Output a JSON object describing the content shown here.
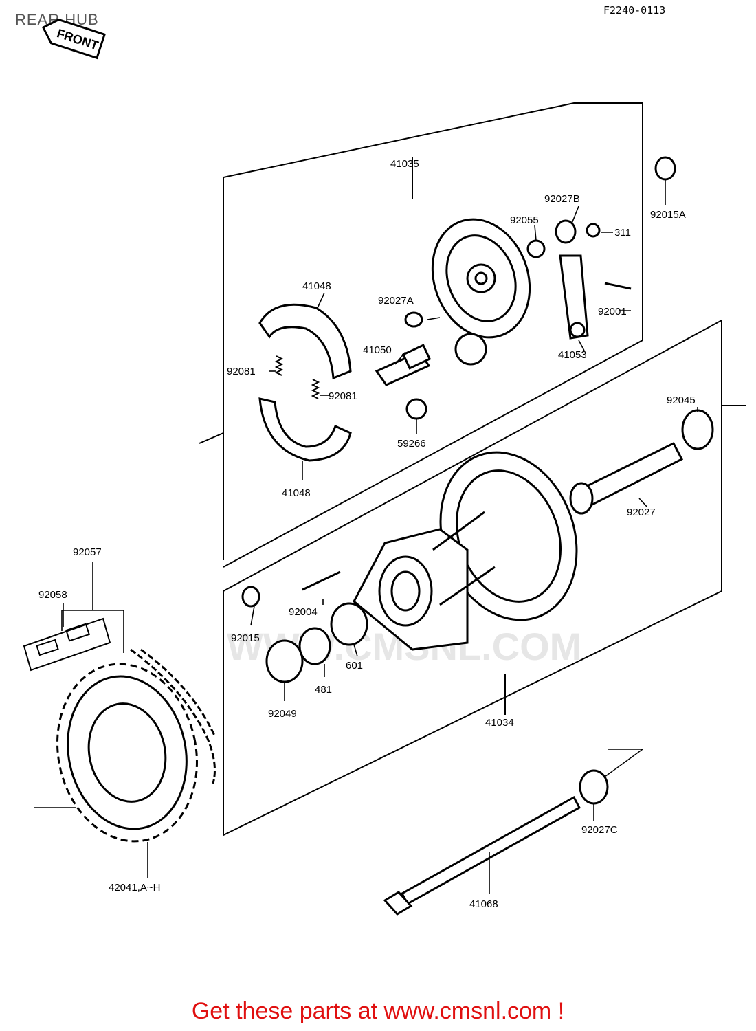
{
  "page": {
    "title": "REAR HUB",
    "figure_code": "F2240-0113",
    "front_arrow_label": "FRONT",
    "watermark": "WWW.CMSNL.COM",
    "footer": "Get these parts at www.cmsnl.com !"
  },
  "parts": [
    {
      "id": "p41035",
      "label": "41035"
    },
    {
      "id": "p92015A",
      "label": "92015A"
    },
    {
      "id": "p92027B",
      "label": "92027B"
    },
    {
      "id": "p92055",
      "label": "92055"
    },
    {
      "id": "p311",
      "label": "311"
    },
    {
      "id": "p41048a",
      "label": "41048"
    },
    {
      "id": "p92027A",
      "label": "92027A"
    },
    {
      "id": "p92001",
      "label": "92001"
    },
    {
      "id": "p41050",
      "label": "41050"
    },
    {
      "id": "p41053",
      "label": "41053"
    },
    {
      "id": "p92081a",
      "label": "92081"
    },
    {
      "id": "p92081b",
      "label": "92081"
    },
    {
      "id": "p92045",
      "label": "92045"
    },
    {
      "id": "p59266",
      "label": "59266"
    },
    {
      "id": "p41048b",
      "label": "41048"
    },
    {
      "id": "p92027",
      "label": "92027"
    },
    {
      "id": "p92057",
      "label": "92057"
    },
    {
      "id": "p92058",
      "label": "92058"
    },
    {
      "id": "p92004",
      "label": "92004"
    },
    {
      "id": "p92015",
      "label": "92015"
    },
    {
      "id": "p601",
      "label": "601"
    },
    {
      "id": "p481",
      "label": "481"
    },
    {
      "id": "p92049",
      "label": "92049"
    },
    {
      "id": "p41034",
      "label": "41034"
    },
    {
      "id": "p92027C",
      "label": "92027C"
    },
    {
      "id": "p42041",
      "label": "42041,A~H"
    },
    {
      "id": "p41068",
      "label": "41068"
    }
  ],
  "colors": {
    "footer": "#e01010",
    "line": "#000000",
    "watermark": "#e6e6e6"
  }
}
